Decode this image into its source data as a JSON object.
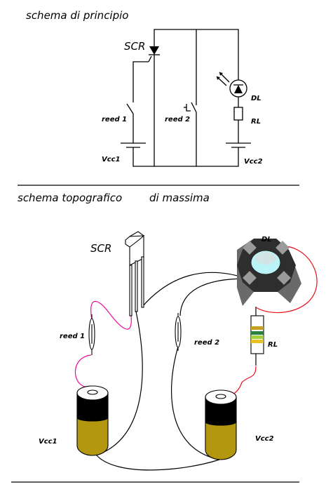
{
  "titles": {
    "schematic": "schema di principio",
    "topographic_a": "schema topografico",
    "topographic_b": "di massima"
  },
  "schematic": {
    "scr": "SCR",
    "reed1": "reed 1",
    "reed2": "reed 2",
    "dl": "DL",
    "rl": "RL",
    "vcc1": "Vcc1",
    "vcc2": "Vcc2"
  },
  "topographic": {
    "scr": "SCR",
    "reed1": "reed 1",
    "reed2": "reed 2",
    "dl": "DL",
    "rl": "RL",
    "vcc1": "Vcc1",
    "vcc2": "Vcc2"
  },
  "colors": {
    "wire": "#000000",
    "magenta_wire": "#e8109a",
    "red_wire": "#e8101a",
    "battery_body": "#b3980f",
    "battery_top": "#000000",
    "led_body": "#555555",
    "led_lens": "#b9f4f7",
    "resistor_bands": [
      "#c8a020",
      "#2a8040",
      "#a0d040",
      "#e8c020"
    ]
  }
}
